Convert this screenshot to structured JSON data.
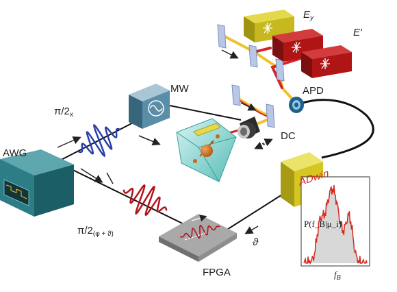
{
  "labels": {
    "awg": "AWG",
    "mw": "MW",
    "pi2x_main": "π/2",
    "pi2x_sub": "x",
    "pi2phi_main": "π/2",
    "pi2phi_sub": "(φ + ϑ)",
    "ey_main": "E",
    "ey_sub": "y",
    "eprime": "E′",
    "apd": "APD",
    "dc": "DC",
    "adwin": "ADwin",
    "theta": "ϑ",
    "fpga": "FPGA",
    "plot_ylabel": "P(f_B|μ_i)",
    "plot_xlabel_main": "f",
    "plot_xlabel_sub": "B"
  },
  "colors": {
    "pulse_blue": "#2b3fa6",
    "pulse_red": "#b3121b",
    "laser_box_yellow": "#c6b81e",
    "laser_box_red": "#b01516",
    "beam_yellow": "#f1c12a",
    "beam_red": "#d4242b",
    "adwin_box": "#d6c621",
    "awg_box": "#2c7d86",
    "mw_box": "#5a8ea8",
    "fpga_box": "#8d8d8d",
    "diamond": "#5fc6c0",
    "plot_trace": "#d62a1f"
  },
  "icons": [
    "sine-wave-icon",
    "starburst-icon",
    "electron-spin-icon"
  ]
}
